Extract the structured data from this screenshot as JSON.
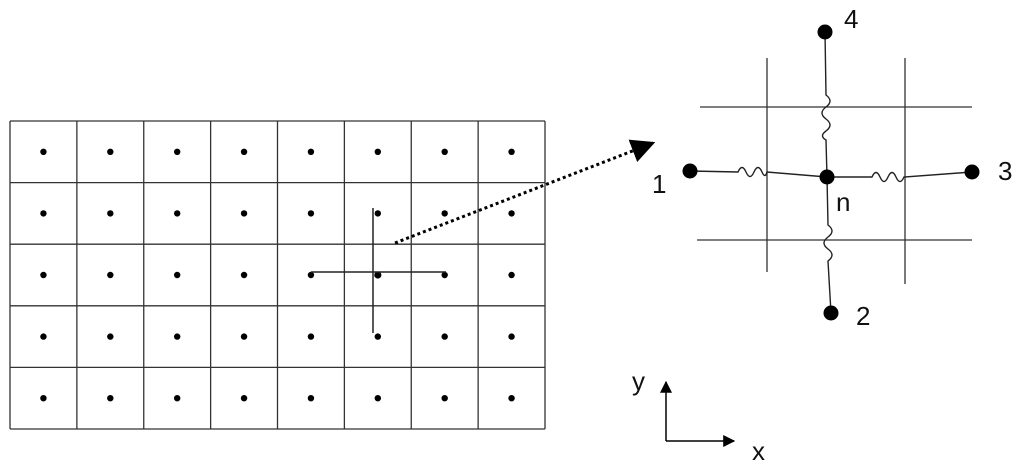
{
  "colors": {
    "background": "#ffffff",
    "line": "#333333",
    "dot": "#000000"
  },
  "grid": {
    "rows": 5,
    "cols": 8,
    "highlight_cell": {
      "row": 2,
      "col": 5
    }
  },
  "detail": {
    "center_label": "n",
    "neighbor_labels": {
      "left": "1",
      "bottom": "2",
      "right": "3",
      "top": "4"
    }
  },
  "axes": {
    "y_label": "y",
    "x_label": "x"
  }
}
